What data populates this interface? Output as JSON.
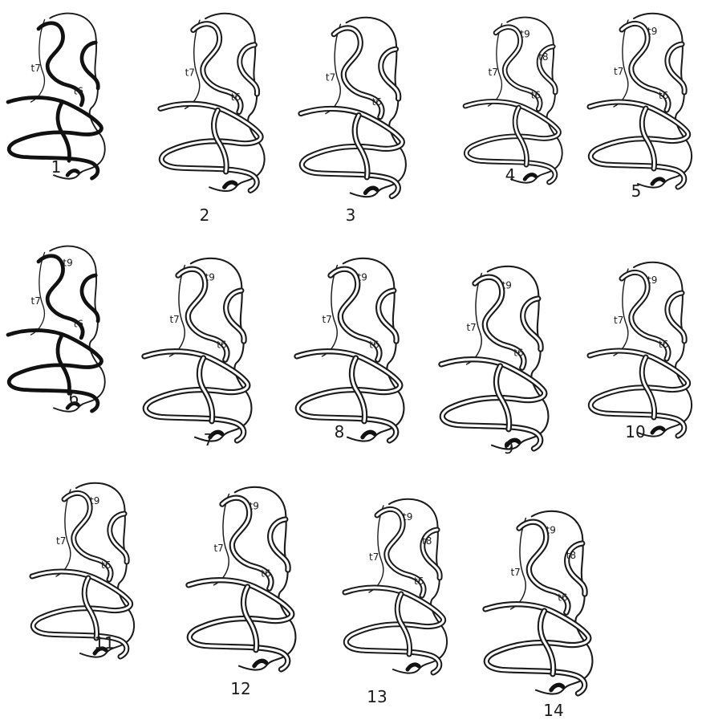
{
  "figures": [
    {
      "number": "1",
      "labels": [
        "t7",
        "t6"
      ]
    },
    {
      "number": "2",
      "labels": [
        "t7",
        "t6"
      ]
    },
    {
      "number": "3",
      "labels": [
        "t7",
        "t6"
      ]
    },
    {
      "number": "4",
      "labels": [
        "t9",
        "t8",
        "t7",
        "t6"
      ]
    },
    {
      "number": "5",
      "labels": [
        "t9",
        "t7",
        "t6"
      ]
    },
    {
      "number": "6",
      "labels": [
        "t9",
        "t7",
        "t6"
      ]
    },
    {
      "number": "7",
      "labels": [
        "t9",
        "t7",
        "t6"
      ]
    },
    {
      "number": "8",
      "labels": [
        "t9",
        "t7",
        "t6"
      ]
    },
    {
      "number": "9",
      "labels": [
        "t9",
        "t7",
        "t6"
      ]
    },
    {
      "number": "10",
      "labels": [
        "t9",
        "t7",
        "t6"
      ]
    },
    {
      "number": "11",
      "labels": [
        "t9",
        "t7",
        "t6"
      ]
    },
    {
      "number": "12",
      "labels": [
        "t9",
        "t7",
        "t6"
      ]
    },
    {
      "number": "13",
      "labels": [
        "t9",
        "t8",
        "t7",
        "t6"
      ]
    },
    {
      "number": "14",
      "labels": [
        "t9",
        "t8",
        "t7",
        "t6"
      ]
    }
  ]
}
